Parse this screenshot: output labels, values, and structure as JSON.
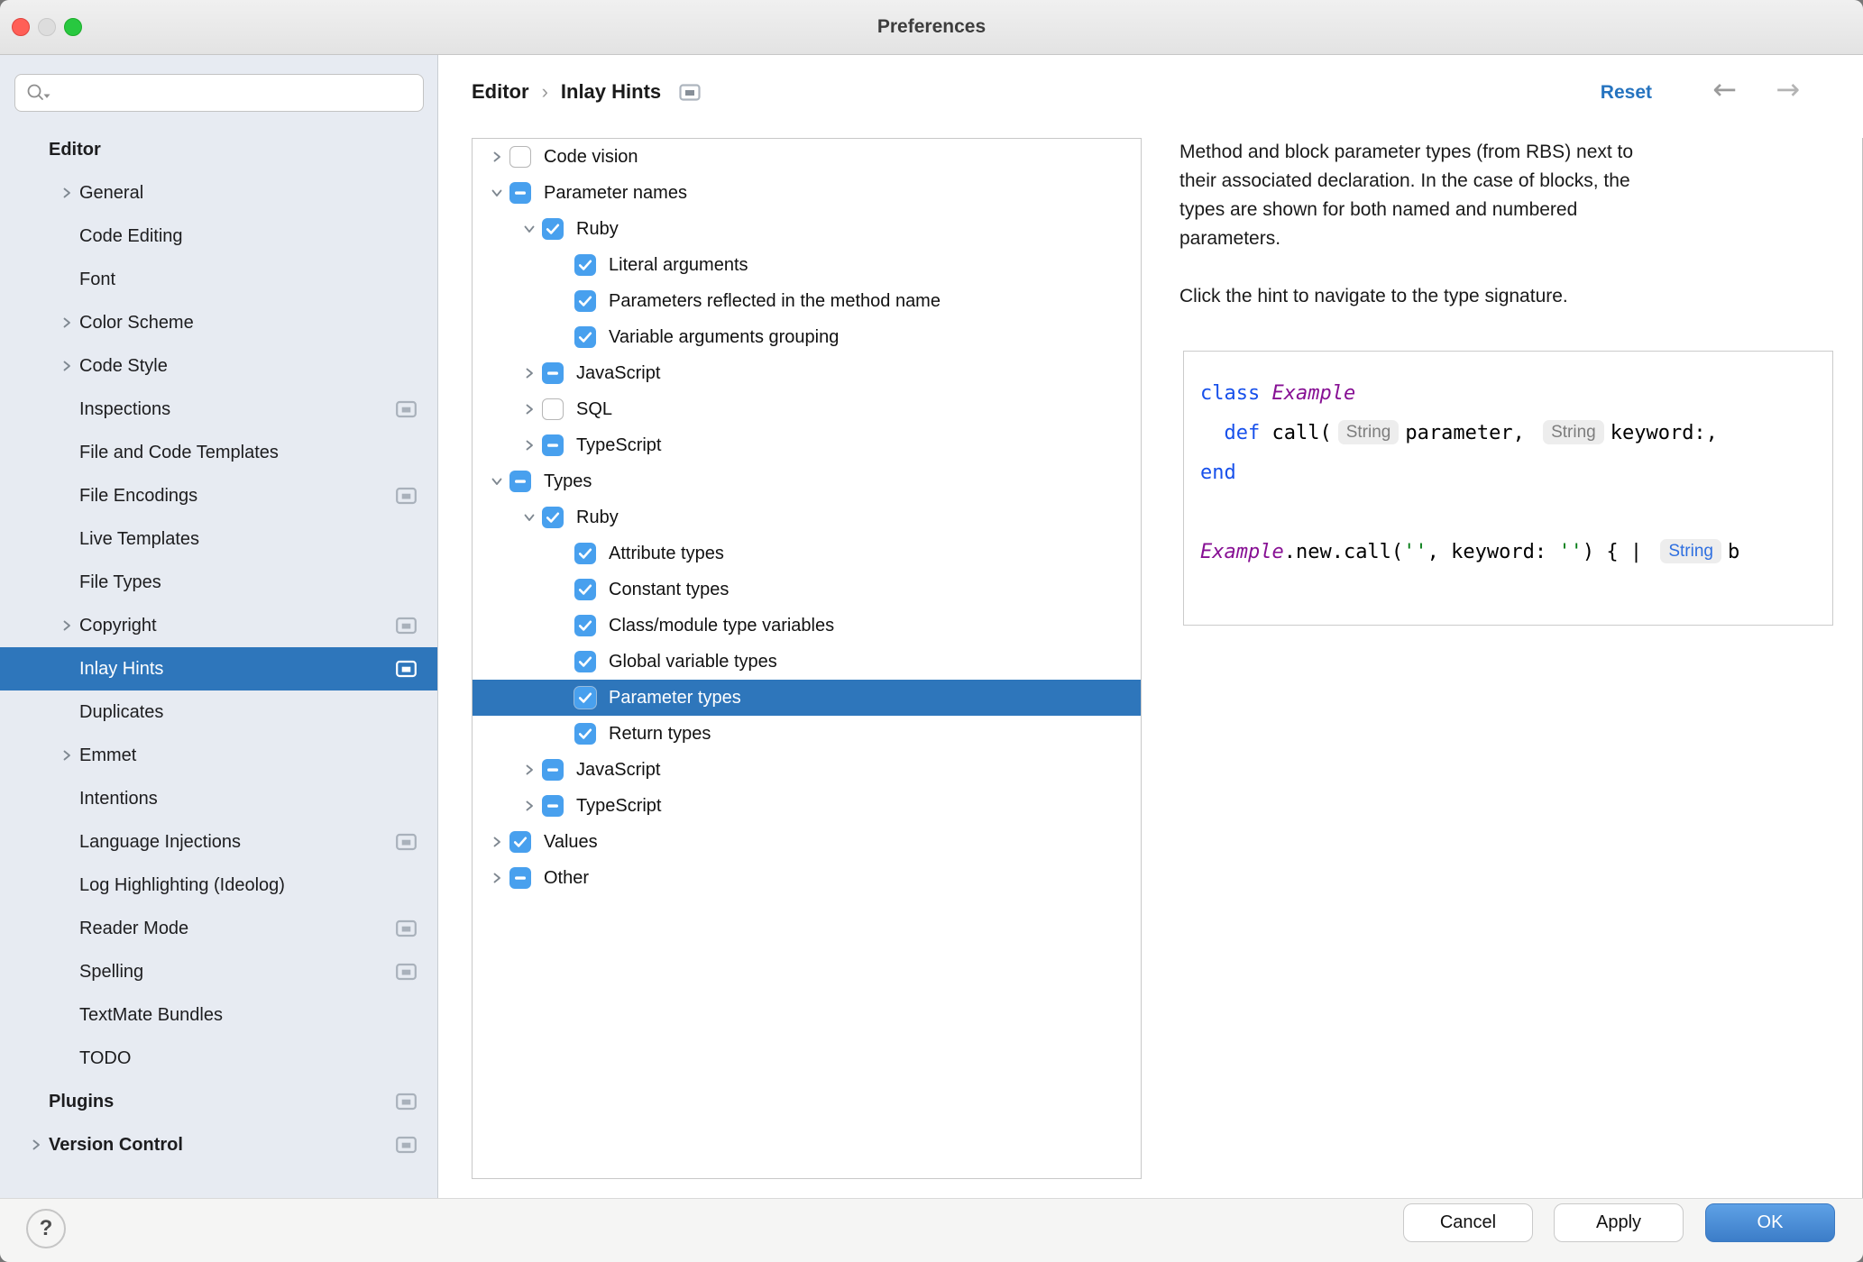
{
  "window": {
    "title": "Preferences"
  },
  "colors": {
    "selection_blue": "#2E76BB",
    "checkbox_blue": "#48A0EE",
    "reset_blue": "#2573BF",
    "ok_top": "#5EA1E6",
    "ok_bottom": "#3C7DC8",
    "code_keyword": "#1750EB",
    "code_class": "#871094",
    "code_string": "#067D17",
    "hint_text": "#7D7D7D",
    "hint_bg": "#EDEDED",
    "hint_blue": "#2E6FE0"
  },
  "sidebar": {
    "search": {
      "placeholder": ""
    },
    "items": [
      {
        "label": "Editor",
        "bold": true,
        "top": true,
        "chevron": false,
        "icon": false,
        "selected": false
      },
      {
        "label": "General",
        "bold": false,
        "top": false,
        "chevron": true,
        "icon": false,
        "selected": false
      },
      {
        "label": "Code Editing",
        "bold": false,
        "top": false,
        "chevron": false,
        "icon": false,
        "selected": false
      },
      {
        "label": "Font",
        "bold": false,
        "top": false,
        "chevron": false,
        "icon": false,
        "selected": false
      },
      {
        "label": "Color Scheme",
        "bold": false,
        "top": false,
        "chevron": true,
        "icon": false,
        "selected": false
      },
      {
        "label": "Code Style",
        "bold": false,
        "top": false,
        "chevron": true,
        "icon": false,
        "selected": false
      },
      {
        "label": "Inspections",
        "bold": false,
        "top": false,
        "chevron": false,
        "icon": true,
        "selected": false
      },
      {
        "label": "File and Code Templates",
        "bold": false,
        "top": false,
        "chevron": false,
        "icon": false,
        "selected": false
      },
      {
        "label": "File Encodings",
        "bold": false,
        "top": false,
        "chevron": false,
        "icon": true,
        "selected": false
      },
      {
        "label": "Live Templates",
        "bold": false,
        "top": false,
        "chevron": false,
        "icon": false,
        "selected": false
      },
      {
        "label": "File Types",
        "bold": false,
        "top": false,
        "chevron": false,
        "icon": false,
        "selected": false
      },
      {
        "label": "Copyright",
        "bold": false,
        "top": false,
        "chevron": true,
        "icon": true,
        "selected": false
      },
      {
        "label": "Inlay Hints",
        "bold": false,
        "top": false,
        "chevron": false,
        "icon": true,
        "selected": true
      },
      {
        "label": "Duplicates",
        "bold": false,
        "top": false,
        "chevron": false,
        "icon": false,
        "selected": false
      },
      {
        "label": "Emmet",
        "bold": false,
        "top": false,
        "chevron": true,
        "icon": false,
        "selected": false
      },
      {
        "label": "Intentions",
        "bold": false,
        "top": false,
        "chevron": false,
        "icon": false,
        "selected": false
      },
      {
        "label": "Language Injections",
        "bold": false,
        "top": false,
        "chevron": false,
        "icon": true,
        "selected": false
      },
      {
        "label": "Log Highlighting (Ideolog)",
        "bold": false,
        "top": false,
        "chevron": false,
        "icon": false,
        "selected": false
      },
      {
        "label": "Reader Mode",
        "bold": false,
        "top": false,
        "chevron": false,
        "icon": true,
        "selected": false
      },
      {
        "label": "Spelling",
        "bold": false,
        "top": false,
        "chevron": false,
        "icon": true,
        "selected": false
      },
      {
        "label": "TextMate Bundles",
        "bold": false,
        "top": false,
        "chevron": false,
        "icon": false,
        "selected": false
      },
      {
        "label": "TODO",
        "bold": false,
        "top": false,
        "chevron": false,
        "icon": false,
        "selected": false
      },
      {
        "label": "Plugins",
        "bold": true,
        "top": true,
        "chevron": false,
        "icon": true,
        "selected": false
      },
      {
        "label": "Version Control",
        "bold": true,
        "top": true,
        "chevron": true,
        "icon": true,
        "selected": false
      }
    ]
  },
  "header": {
    "breadcrumb_section": "Editor",
    "breadcrumb_separator": "›",
    "breadcrumb_page": "Inlay Hints",
    "reset_label": "Reset",
    "back_arrow": "←",
    "forward_arrow": "→"
  },
  "tree": {
    "items": [
      {
        "label": "Code vision",
        "level": 0,
        "chevron": "right",
        "state": "unchecked",
        "selected": false
      },
      {
        "label": "Parameter names",
        "level": 0,
        "chevron": "down",
        "state": "partial",
        "selected": false
      },
      {
        "label": "Ruby",
        "level": 1,
        "chevron": "down",
        "state": "checked",
        "selected": false
      },
      {
        "label": "Literal arguments",
        "level": 2,
        "chevron": "none",
        "state": "checked",
        "selected": false
      },
      {
        "label": "Parameters reflected in the method name",
        "level": 2,
        "chevron": "none",
        "state": "checked",
        "selected": false
      },
      {
        "label": "Variable arguments grouping",
        "level": 2,
        "chevron": "none",
        "state": "checked",
        "selected": false
      },
      {
        "label": "JavaScript",
        "level": 1,
        "chevron": "right",
        "state": "partial",
        "selected": false
      },
      {
        "label": "SQL",
        "level": 1,
        "chevron": "right",
        "state": "unchecked",
        "selected": false
      },
      {
        "label": "TypeScript",
        "level": 1,
        "chevron": "right",
        "state": "partial",
        "selected": false
      },
      {
        "label": "Types",
        "level": 0,
        "chevron": "down",
        "state": "partial",
        "selected": false
      },
      {
        "label": "Ruby",
        "level": 1,
        "chevron": "down",
        "state": "checked",
        "selected": false
      },
      {
        "label": "Attribute types",
        "level": 2,
        "chevron": "none",
        "state": "checked",
        "selected": false
      },
      {
        "label": "Constant types",
        "level": 2,
        "chevron": "none",
        "state": "checked",
        "selected": false
      },
      {
        "label": "Class/module type variables",
        "level": 2,
        "chevron": "none",
        "state": "checked",
        "selected": false
      },
      {
        "label": "Global variable types",
        "level": 2,
        "chevron": "none",
        "state": "checked",
        "selected": false
      },
      {
        "label": "Parameter types",
        "level": 2,
        "chevron": "none",
        "state": "checked",
        "selected": true
      },
      {
        "label": "Return types",
        "level": 2,
        "chevron": "none",
        "state": "checked",
        "selected": false
      },
      {
        "label": "JavaScript",
        "level": 1,
        "chevron": "right",
        "state": "partial",
        "selected": false
      },
      {
        "label": "TypeScript",
        "level": 1,
        "chevron": "right",
        "state": "partial",
        "selected": false
      },
      {
        "label": "Values",
        "level": 0,
        "chevron": "right",
        "state": "checked",
        "selected": false
      },
      {
        "label": "Other",
        "level": 0,
        "chevron": "right",
        "state": "partial",
        "selected": false
      }
    ]
  },
  "panel": {
    "description_1": "Method and block parameter types (from RBS) next to\ntheir associated declaration. In the case of blocks, the\ntypes are shown for both named and numbered\nparameters.",
    "description_2": "Click the hint to navigate to the type signature.",
    "code": {
      "lines": [
        [
          {
            "t": "class",
            "c": "k"
          },
          {
            "t": " ",
            "c": "p"
          },
          {
            "t": "Example",
            "c": "c"
          }
        ],
        [
          {
            "t": "  ",
            "c": "p"
          },
          {
            "t": "def",
            "c": "k"
          },
          {
            "t": " call(",
            "c": "p"
          },
          {
            "t": "String",
            "c": "h"
          },
          {
            "t": "parameter, ",
            "c": "p"
          },
          {
            "t": "String",
            "c": "h"
          },
          {
            "t": "keyword:,",
            "c": "p"
          }
        ],
        [
          {
            "t": "end",
            "c": "k"
          }
        ],
        [],
        [
          {
            "t": "Example",
            "c": "c"
          },
          {
            "t": ".new.call(",
            "c": "p"
          },
          {
            "t": "''",
            "c": "s"
          },
          {
            "t": ", keyword: ",
            "c": "p"
          },
          {
            "t": "''",
            "c": "s"
          },
          {
            "t": ") { | ",
            "c": "p"
          },
          {
            "t": "String",
            "c": "hb"
          },
          {
            "t": "b",
            "c": "p"
          }
        ]
      ]
    }
  },
  "footer": {
    "help_label": "?",
    "cancel_label": "Cancel",
    "apply_label": "Apply",
    "ok_label": "OK"
  }
}
